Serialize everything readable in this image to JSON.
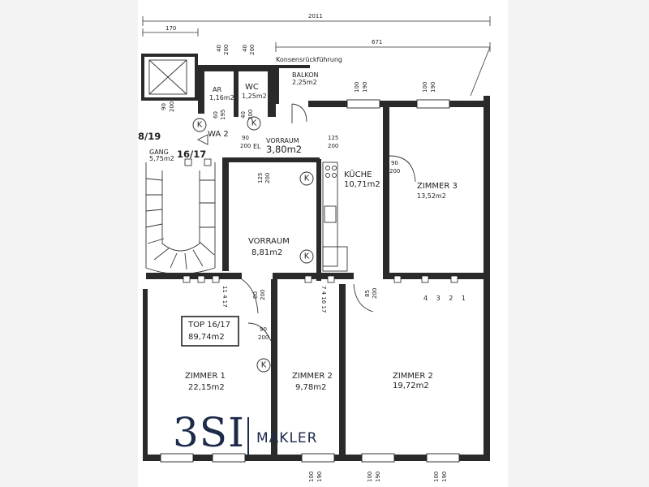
{
  "dimensions": {
    "total_width": "2011",
    "stair_width": "170",
    "right_width": "671"
  },
  "labels": {
    "konsens": "Konsensrückführung",
    "balkon": "BALKON",
    "balkon_area": "2,25m2",
    "ar": "AR",
    "ar_area": "1,16m2",
    "wc": "WC",
    "wc_area": "1,25m2",
    "wa2": "WA 2",
    "vorraum1": "VORRAUM",
    "vorraum1_area": "3,80m2",
    "unit_prev": "8/19",
    "unit": "16/17",
    "gang": "GANG",
    "gang_area": "5,75m2",
    "kueche": "KÜCHE",
    "kueche_area": "10,71m2",
    "zimmer3": "ZIMMER 3",
    "zimmer3_area": "13,52m2",
    "vorraum2": "VORRAUM",
    "vorraum2_area": "8,81m2",
    "top": "TOP 16/17",
    "top_area": "89,74m2",
    "zimmer1": "ZIMMER 1",
    "zimmer1_area": "22,15m2",
    "zimmer2a": "ZIMMER 2",
    "zimmer2a_area": "9,78m2",
    "zimmer2b": "ZIMMER 2",
    "zimmer2b_area": "19,72m2",
    "kamin": "K",
    "el": "EL",
    "chimney_code_a": "11 4 17",
    "chimney_code_b": "7 4 16 17",
    "chimney_code_c": "4 3 2 1"
  },
  "doors": {
    "d_90_200_a": [
      "90",
      "200"
    ],
    "d_40_200_a": [
      "40",
      "200"
    ],
    "d_40_200_b": [
      "40",
      "200"
    ],
    "d_60_195": [
      "60",
      "195"
    ],
    "d_40_200_c": [
      "40",
      "200"
    ],
    "d_90_200_elev": [
      "90",
      "200"
    ],
    "d_125_200_a": [
      "125",
      "200"
    ],
    "d_125_200_b": [
      "125",
      "200"
    ],
    "d_90_200_z3": [
      "90",
      "200"
    ],
    "d_80_200": [
      "80",
      "200"
    ],
    "d_85_200": [
      "85",
      "200"
    ],
    "d_90_200_z2": [
      "90",
      "200"
    ],
    "d_100_190_a": [
      "100",
      "190"
    ],
    "d_100_190_b": [
      "100",
      "190"
    ],
    "d_100_190_c": [
      "100",
      "190"
    ],
    "d_100_190_d": [
      "100",
      "190"
    ],
    "d_100_190_e": [
      "100",
      "190"
    ]
  },
  "logo": {
    "mark": "3SI",
    "name": "MAKLER"
  }
}
